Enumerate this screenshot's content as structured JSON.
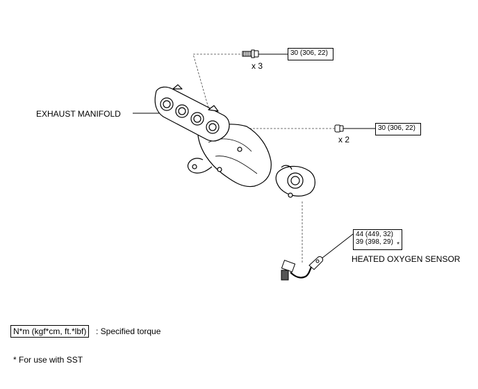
{
  "labels": {
    "exhaust_manifold": "EXHAUST MANIFOLD",
    "heated_oxygen_sensor": "HEATED OXYGEN SENSOR",
    "qty_bolts": "x 3",
    "qty_nuts": "x 2"
  },
  "torques": {
    "bolts": "30 (306, 22)",
    "nuts": "30 (306, 22)",
    "sensor_line1": "44 (449, 32)",
    "sensor_line2": "39 (398, 29)",
    "sensor_sst_mark": "*"
  },
  "legend": {
    "torque_format": "N*m (kgf*cm, ft.*lbf)",
    "torque_desc": ": Specified torque",
    "sst_note": "* For use with SST"
  }
}
